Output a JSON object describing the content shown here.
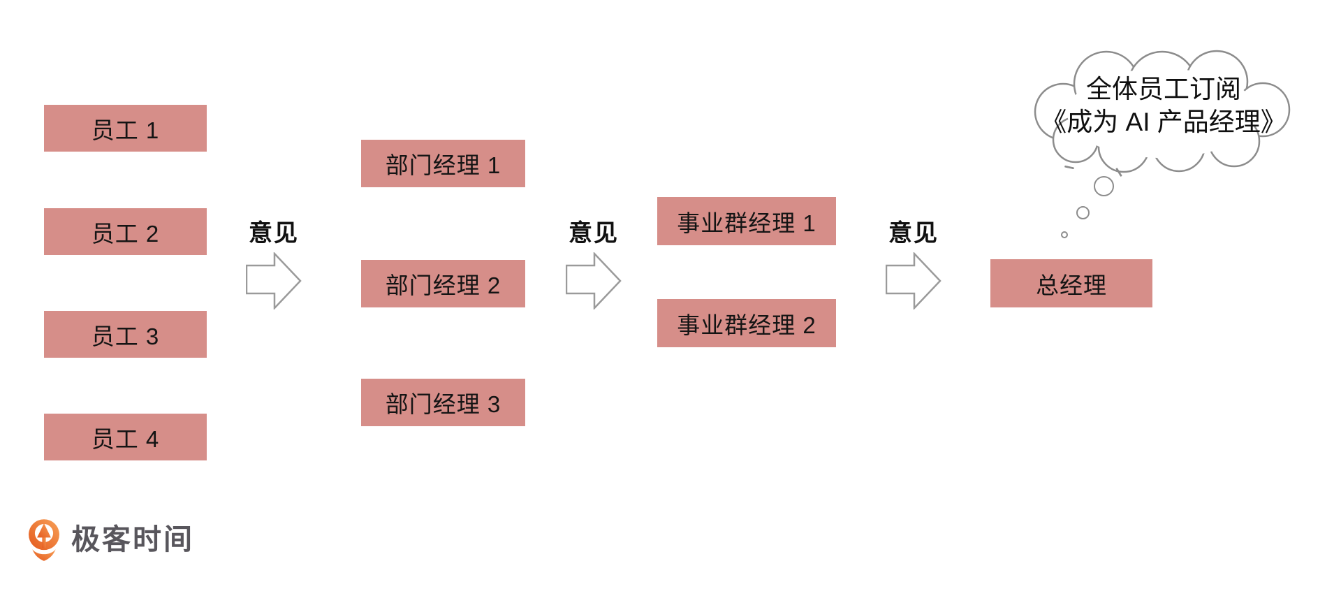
{
  "canvas": {
    "background": "#ffffff"
  },
  "colors": {
    "node_fill": "#d68e89",
    "node_text": "#141414",
    "arrow_stroke": "#9a9a9a",
    "cloud_stroke": "#8c8c8c",
    "logo_orange_dark": "#e4591d",
    "logo_orange_light": "#f7a057",
    "logo_text_color": "#58565c"
  },
  "icons": {
    "flow_arrow": "block-arrow-right-icon",
    "thought_cloud": "thought-cloud",
    "logo_mark": "geektime-pin-icon"
  },
  "employees": [
    {
      "label": "员工 1"
    },
    {
      "label": "员工 2"
    },
    {
      "label": "员工 3"
    },
    {
      "label": "员工 4"
    }
  ],
  "department_managers": [
    {
      "label": "部门经理 1"
    },
    {
      "label": "部门经理 2"
    },
    {
      "label": "部门经理 3"
    }
  ],
  "business_group_managers": [
    {
      "label": "事业群经理 1"
    },
    {
      "label": "事业群经理 2"
    }
  ],
  "general_manager": {
    "label": "总经理"
  },
  "flow_arrows": [
    {
      "label": "意见"
    },
    {
      "label": "意见"
    },
    {
      "label": "意见"
    }
  ],
  "thought_bubble": {
    "line1": "全体员工订阅",
    "line2": "《成为 AI 产品经理》"
  },
  "logo": {
    "brand": "极客时间"
  }
}
